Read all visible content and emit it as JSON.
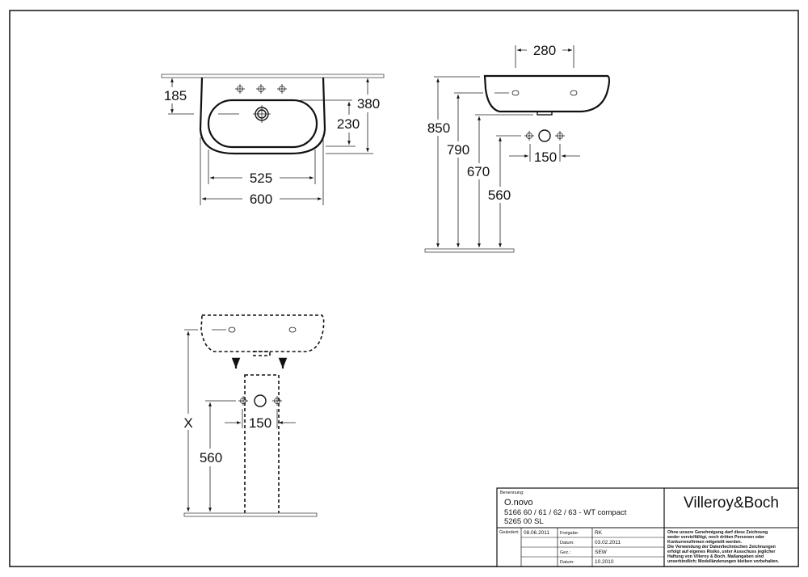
{
  "top_view": {
    "depth_to_outlet": "185",
    "depth": "380",
    "bowl_depth": "230",
    "bowl_width": "525",
    "width": "600"
  },
  "side_view": {
    "bracket_spacing": "280",
    "rim_height": "850",
    "bracket_height": "790",
    "outlet_height": "670",
    "supply_height": "560",
    "supply_spacing": "150"
  },
  "pedestal_view": {
    "height_variable": "X",
    "supply_height": "560",
    "supply_spacing": "150"
  },
  "title_block": {
    "designation_label": "Benennung:",
    "product_name": "O.novo",
    "product_line1": "5166 60 / 61 / 62 / 63 - WT compact",
    "product_line2": "5265 00 SL",
    "brand": "Villeroy&Boch",
    "changed_label": "Geändert:",
    "changed_date": "08.06.2011",
    "rows": [
      {
        "label": "Freigabe:",
        "value": "RK"
      },
      {
        "label": "Datum:",
        "value": "03.02.2011"
      },
      {
        "label": "Gez.:",
        "value": "SEW"
      },
      {
        "label": "Datum:",
        "value": "10.2010"
      }
    ],
    "disclaimer": [
      "Ohne unsere Genehmigung darf diese Zeichnung",
      "weder vervielfältigt, noch dritten Personen oder",
      "Konkurrenzfirmen mitgeteilt werden.",
      "Die Verwendung der Daten/technischen Zeichnungen",
      "erfolgt auf eigenes Risiko, unter Ausschuss jeglicher",
      "Haftung von Villeroy & Boch. Maßangaben sind",
      "unverbindlich; Modelländerungen bleiben vorbehalten."
    ]
  }
}
